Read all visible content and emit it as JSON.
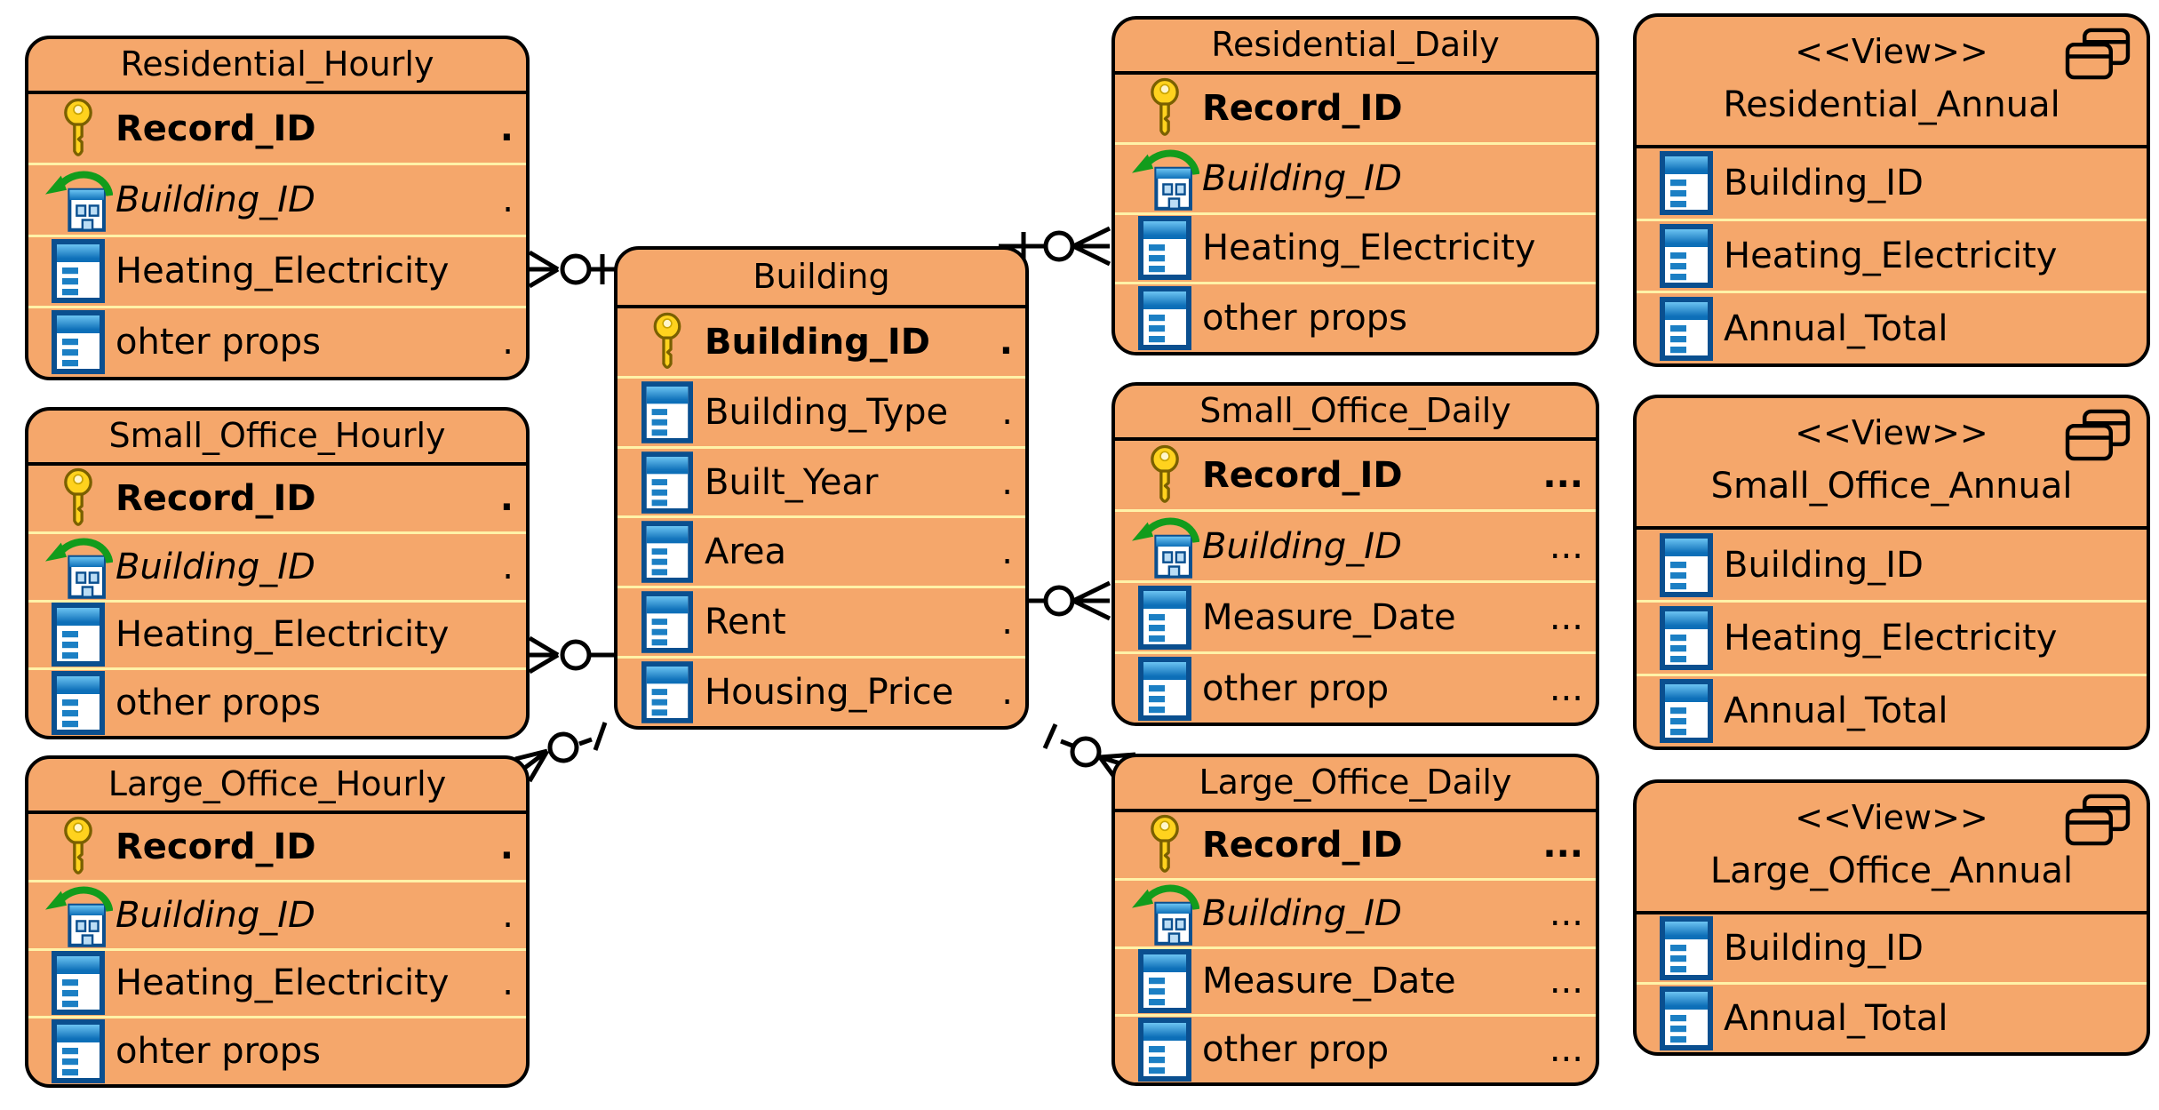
{
  "colors": {
    "entity_fill": "#F5A76B",
    "row_divider": "#FFF2A8",
    "border": "#000000",
    "key_icon_gold": "#FFD21E",
    "fk_arrow_green": "#129C1C",
    "column_icon_blue": "#1B7FC4"
  },
  "tables": [
    {
      "title": "Residential_Hourly",
      "kind": "table",
      "rows": [
        {
          "name": "Record_ID",
          "icon": "primary-key-icon",
          "trail": "."
        },
        {
          "name": "Building_ID",
          "icon": "foreign-key-icon",
          "trail": "."
        },
        {
          "name": "Heating_Electricity",
          "icon": "column-icon",
          "trail": ""
        },
        {
          "name": "ohter props",
          "icon": "column-icon",
          "trail": "."
        }
      ]
    },
    {
      "title": "Small_Office_Hourly",
      "kind": "table",
      "rows": [
        {
          "name": "Record_ID",
          "icon": "primary-key-icon",
          "trail": "."
        },
        {
          "name": "Building_ID",
          "icon": "foreign-key-icon",
          "trail": "."
        },
        {
          "name": "Heating_Electricity",
          "icon": "column-icon",
          "trail": ""
        },
        {
          "name": "other props",
          "icon": "column-icon",
          "trail": ""
        }
      ]
    },
    {
      "title": "Large_Office_Hourly",
      "kind": "table",
      "rows": [
        {
          "name": "Record_ID",
          "icon": "primary-key-icon",
          "trail": "."
        },
        {
          "name": "Building_ID",
          "icon": "foreign-key-icon",
          "trail": "."
        },
        {
          "name": "Heating_Electricity",
          "icon": "column-icon",
          "trail": "."
        },
        {
          "name": "ohter props",
          "icon": "column-icon",
          "trail": ""
        }
      ]
    },
    {
      "title": "Building",
      "kind": "table",
      "rows": [
        {
          "name": "Building_ID",
          "icon": "primary-key-icon",
          "trail": "."
        },
        {
          "name": "Building_Type",
          "icon": "column-icon",
          "trail": "."
        },
        {
          "name": "Built_Year",
          "icon": "column-icon",
          "trail": "."
        },
        {
          "name": "Area",
          "icon": "column-icon",
          "trail": "."
        },
        {
          "name": "Rent",
          "icon": "column-icon",
          "trail": "."
        },
        {
          "name": "Housing_Price",
          "icon": "column-icon",
          "trail": "."
        }
      ]
    },
    {
      "title": "Residential_Daily",
      "kind": "table",
      "rows": [
        {
          "name": "Record_ID",
          "icon": "primary-key-icon",
          "trail": ""
        },
        {
          "name": "Building_ID",
          "icon": "foreign-key-icon",
          "trail": ""
        },
        {
          "name": "Heating_Electricity",
          "icon": "column-icon",
          "trail": ""
        },
        {
          "name": "other props",
          "icon": "column-icon",
          "trail": ""
        }
      ]
    },
    {
      "title": "Small_Office_Daily",
      "kind": "table",
      "rows": [
        {
          "name": "Record_ID",
          "icon": "primary-key-icon",
          "trail": "..."
        },
        {
          "name": "Building_ID",
          "icon": "foreign-key-icon",
          "trail": "..."
        },
        {
          "name": "Measure_Date",
          "icon": "column-icon",
          "trail": "..."
        },
        {
          "name": "other prop",
          "icon": "column-icon",
          "trail": "..."
        }
      ]
    },
    {
      "title": "Large_Office_Daily",
      "kind": "table",
      "rows": [
        {
          "name": "Record_ID",
          "icon": "primary-key-icon",
          "trail": "..."
        },
        {
          "name": "Building_ID",
          "icon": "foreign-key-icon",
          "trail": "..."
        },
        {
          "name": "Measure_Date",
          "icon": "column-icon",
          "trail": "..."
        },
        {
          "name": "other prop",
          "icon": "column-icon",
          "trail": "..."
        }
      ]
    },
    {
      "title": "Residential_Annual",
      "kind": "view",
      "stereotype": "<<View>>",
      "rows": [
        {
          "name": "Building_ID",
          "icon": "column-icon",
          "trail": ""
        },
        {
          "name": "Heating_Electricity",
          "icon": "column-icon",
          "trail": ""
        },
        {
          "name": "Annual_Total",
          "icon": "column-icon",
          "trail": ""
        }
      ]
    },
    {
      "title": "Small_Office_Annual",
      "kind": "view",
      "stereotype": "<<View>>",
      "rows": [
        {
          "name": "Building_ID",
          "icon": "column-icon",
          "trail": ""
        },
        {
          "name": "Heating_Electricity",
          "icon": "column-icon",
          "trail": ""
        },
        {
          "name": "Annual_Total",
          "icon": "column-icon",
          "trail": ""
        }
      ]
    },
    {
      "title": "Large_Office_Annual",
      "kind": "view",
      "stereotype": "<<View>>",
      "rows": [
        {
          "name": "Building_ID",
          "icon": "column-icon",
          "trail": ""
        },
        {
          "name": "Annual_Total",
          "icon": "column-icon",
          "trail": ""
        }
      ]
    }
  ],
  "relationships": [
    {
      "from": "Building",
      "to": "Residential_Hourly",
      "foreign_key": "Building_ID",
      "from_cardinality": "one",
      "to_cardinality": "zero-or-many",
      "notation": "crows-foot"
    },
    {
      "from": "Building",
      "to": "Small_Office_Hourly",
      "foreign_key": "Building_ID",
      "from_cardinality": "one",
      "to_cardinality": "zero-or-many",
      "notation": "crows-foot"
    },
    {
      "from": "Building",
      "to": "Large_Office_Hourly",
      "foreign_key": "Building_ID",
      "from_cardinality": "one",
      "to_cardinality": "zero-or-many",
      "notation": "crows-foot"
    },
    {
      "from": "Building",
      "to": "Residential_Daily",
      "foreign_key": "Building_ID",
      "from_cardinality": "one",
      "to_cardinality": "zero-or-many",
      "notation": "crows-foot"
    },
    {
      "from": "Building",
      "to": "Small_Office_Daily",
      "foreign_key": "Building_ID",
      "from_cardinality": "one",
      "to_cardinality": "zero-or-many",
      "notation": "crows-foot"
    },
    {
      "from": "Building",
      "to": "Large_Office_Daily",
      "foreign_key": "Building_ID",
      "from_cardinality": "one",
      "to_cardinality": "zero-or-many",
      "notation": "crows-foot"
    }
  ]
}
